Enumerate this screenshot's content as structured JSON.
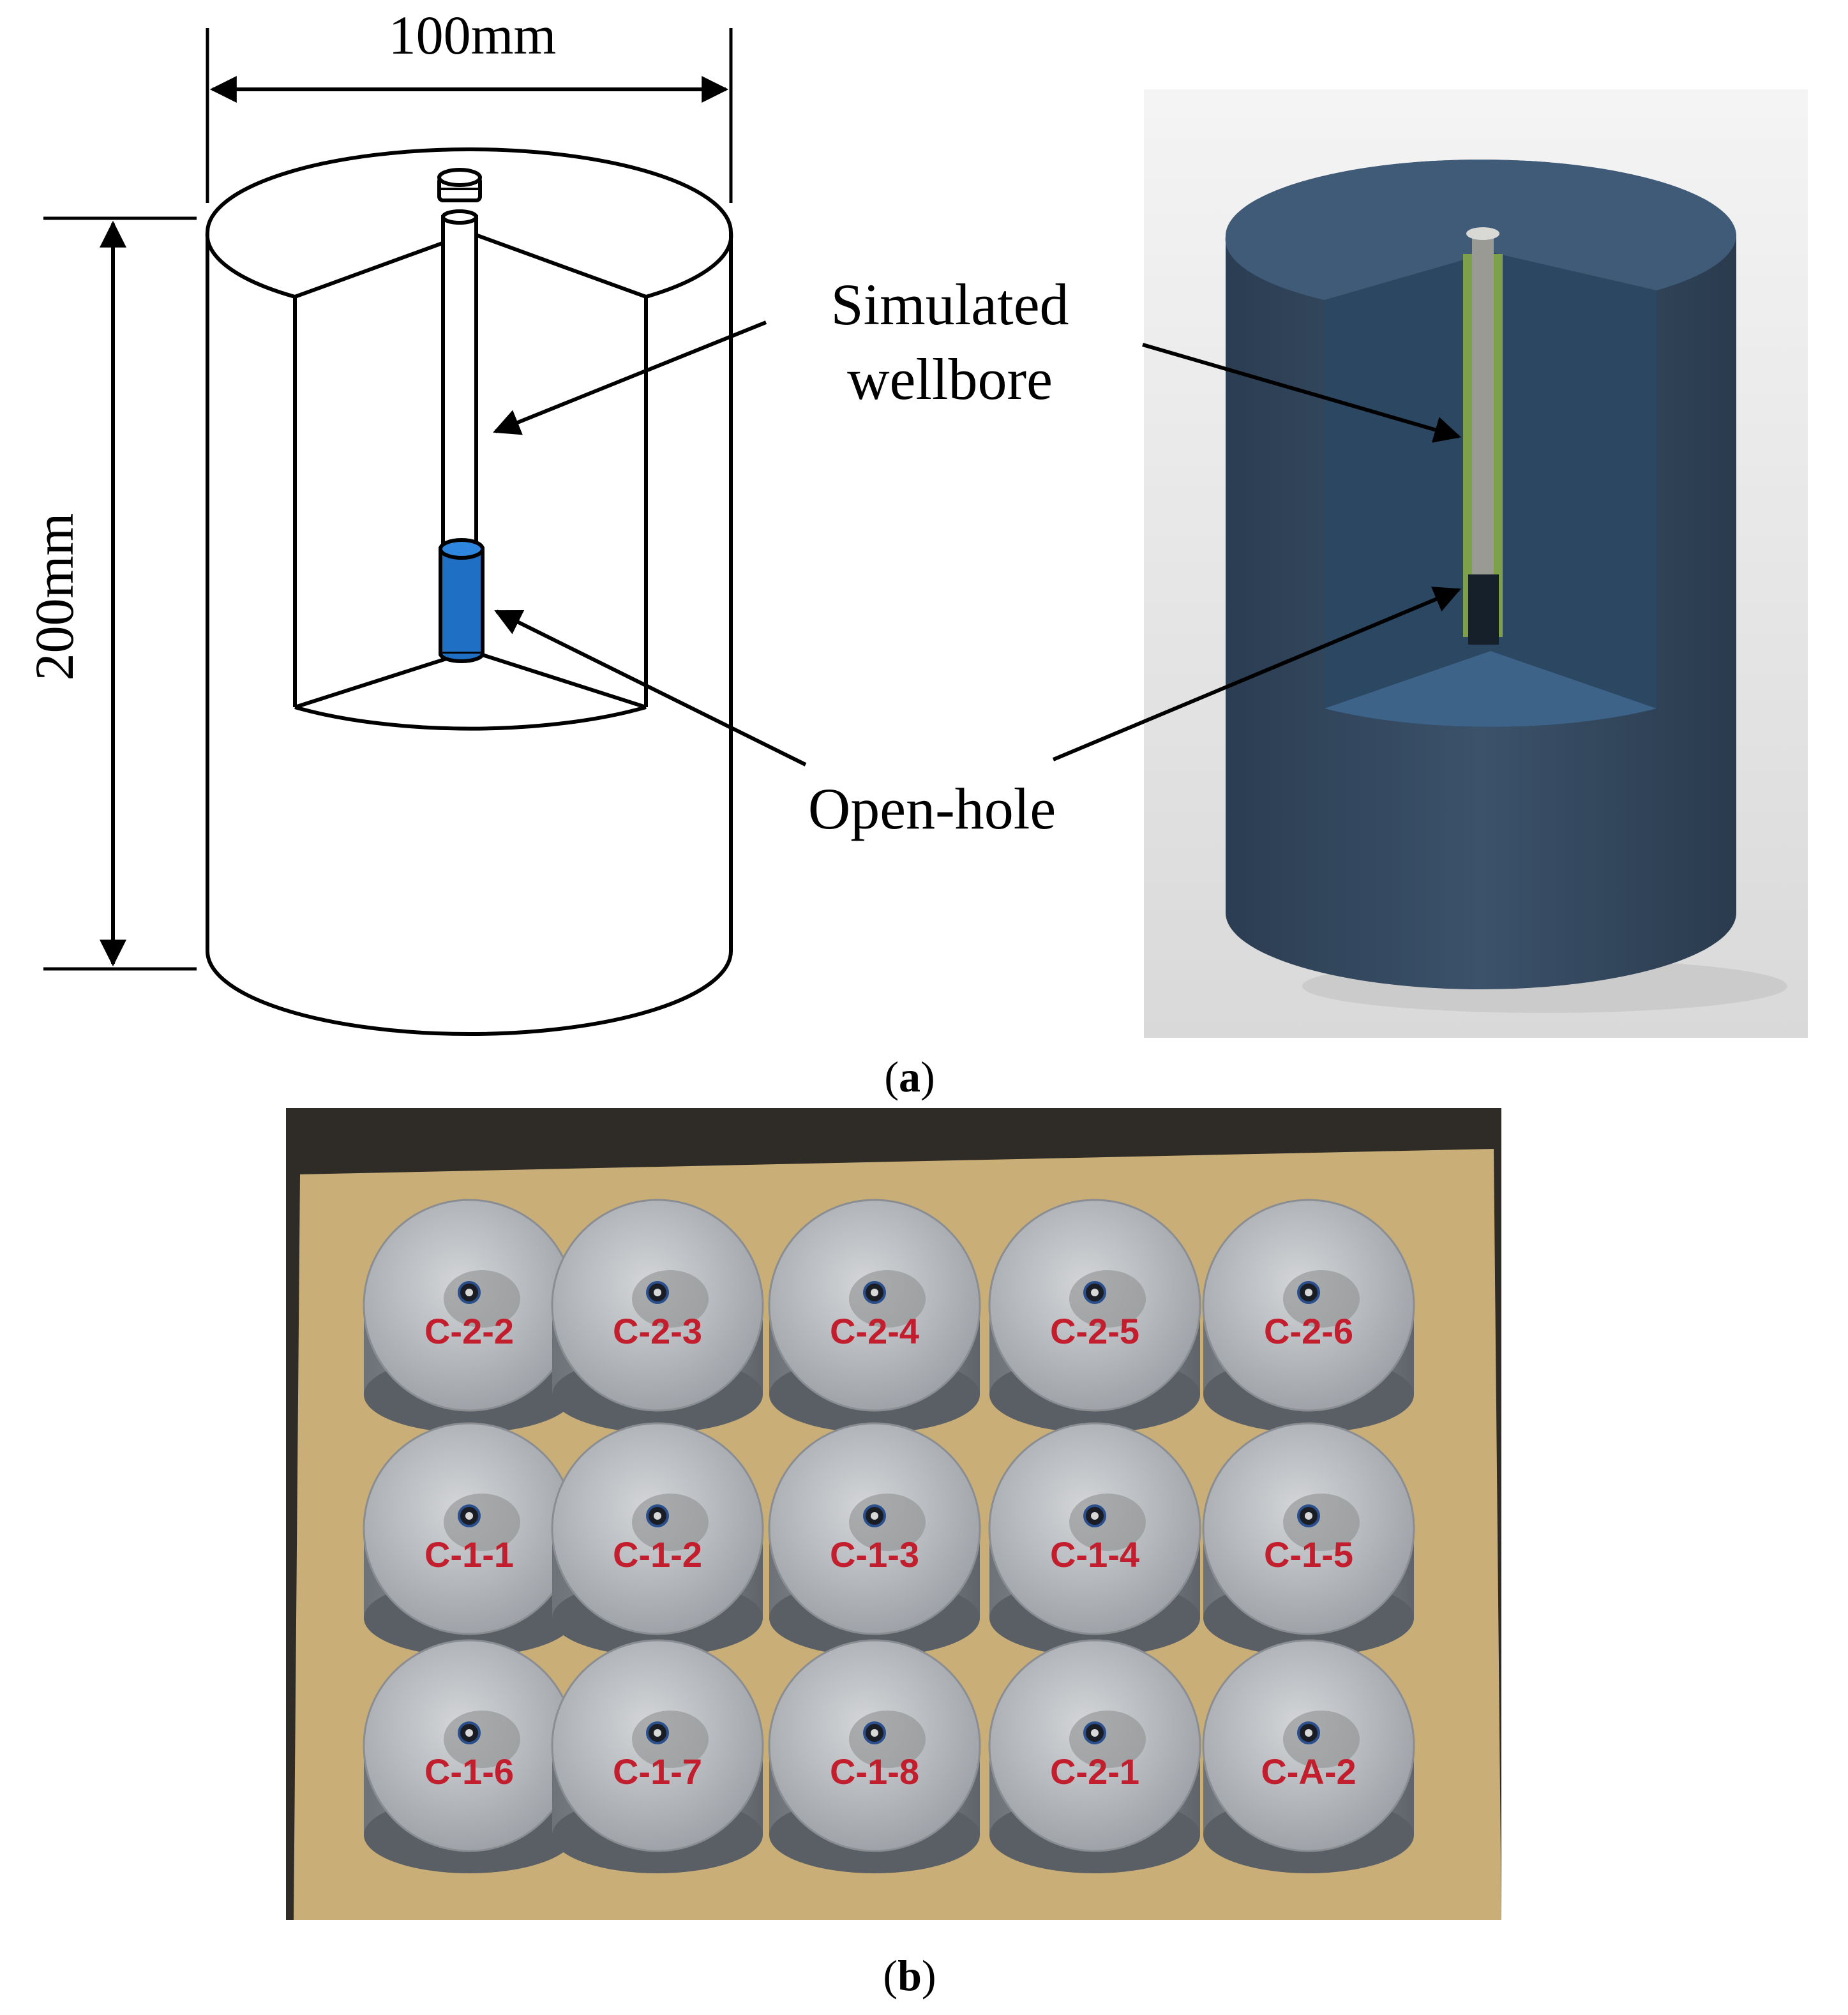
{
  "panel_a": {
    "dim_width": "100mm",
    "dim_height": "200mm",
    "label_wellbore_line1": "Simulated",
    "label_wellbore_line2": "wellbore",
    "label_openhole": "Open-hole",
    "caption_letter": "a",
    "colors": {
      "openhole": "#1f6fc4",
      "model_body": "#33475c",
      "liner": "#7fa04a"
    }
  },
  "panel_b": {
    "caption_letter": "b",
    "specimens": [
      "C-2-2",
      "C-2-3",
      "C-2-4",
      "C-2-5",
      "C-2-6",
      "C-1-1",
      "C-1-2",
      "C-1-3",
      "C-1-4",
      "C-1-5",
      "C-1-6",
      "C-1-7",
      "C-1-8",
      "C-2-1",
      "C-A-2"
    ],
    "colors": {
      "paper": "#c9ae78",
      "background": "#34302a",
      "core": "#b9bcc0",
      "marker": "#c21e2e"
    }
  }
}
